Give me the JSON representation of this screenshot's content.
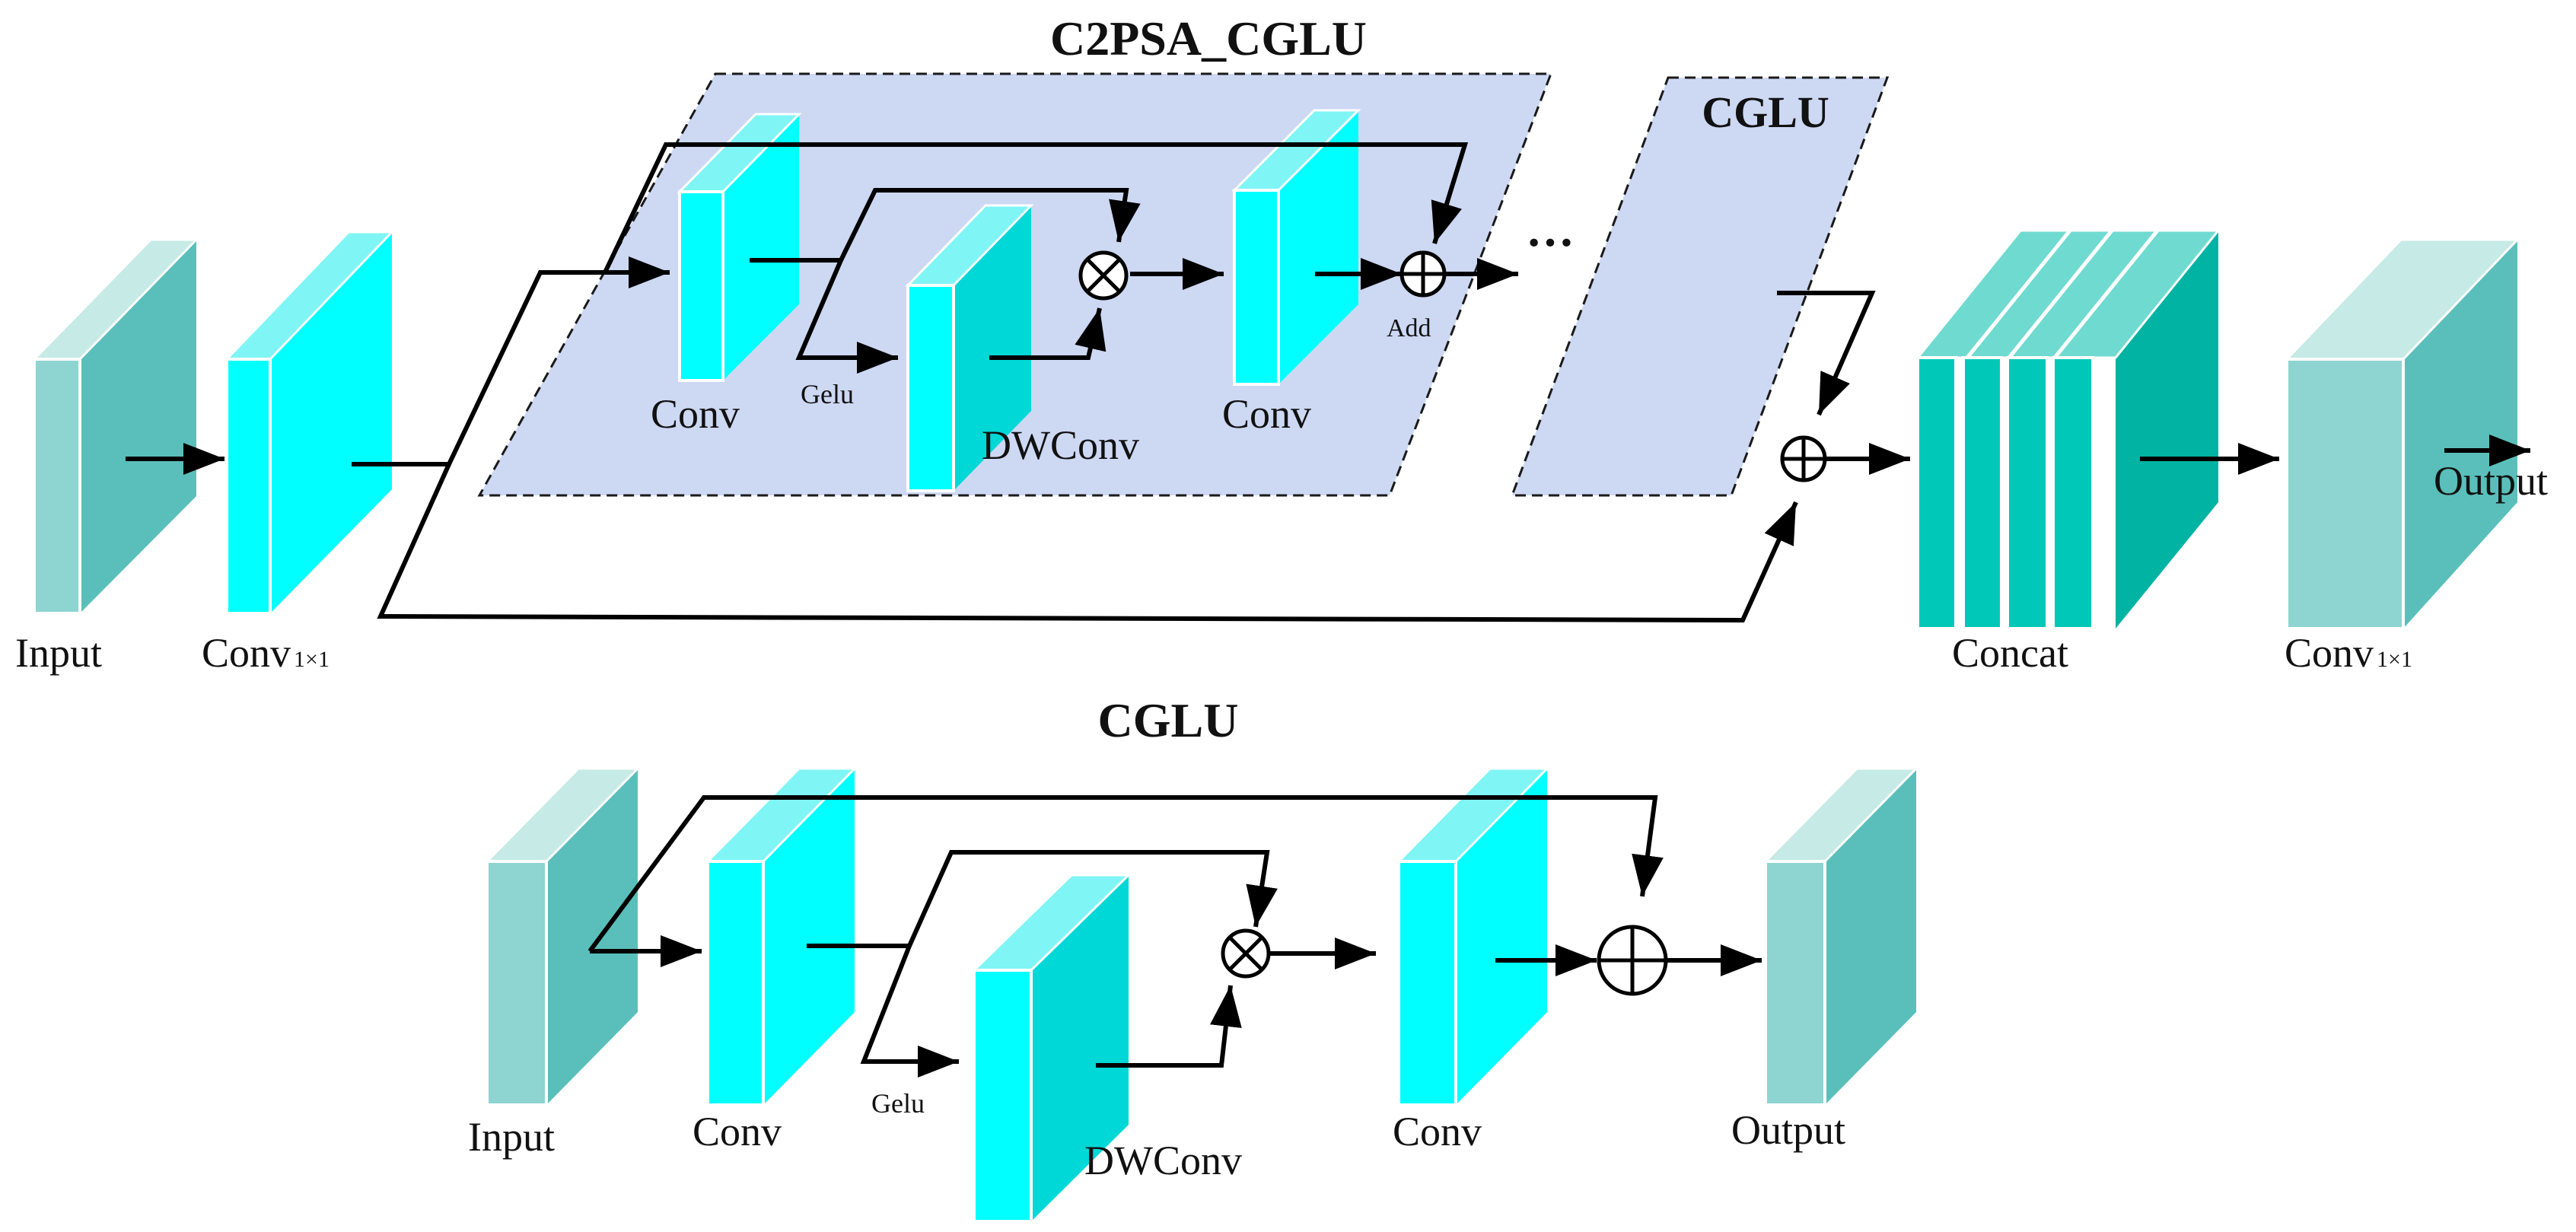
{
  "titles": {
    "top": "C2PSA_CGLU",
    "cglu_panel": "CGLU",
    "bottom": "CGLU"
  },
  "top": {
    "input": "Input",
    "conv1x1_left": "Conv",
    "conv1x1_left_sub": "1×1",
    "conv_a": "Conv",
    "gelu": "Gelu",
    "dwconv": "DWConv",
    "conv_b": "Conv",
    "add": "Add",
    "ellipsis": "···",
    "concat": "Concat",
    "conv1x1_right": "Conv",
    "conv1x1_right_sub": "1×1",
    "output": "Output"
  },
  "bottom": {
    "input": "Input",
    "conv_a": "Conv",
    "gelu": "Gelu",
    "dwconv": "DWConv",
    "conv_b": "Conv",
    "output": "Output"
  },
  "colors": {
    "panel_fill": "#cdd8f3",
    "cyan_front": "#00ffff",
    "cyan_side": "#00d7d7",
    "teal_front": "#8ed4d0",
    "teal_side": "#5abfba",
    "concat_side": "#00b3a3"
  }
}
